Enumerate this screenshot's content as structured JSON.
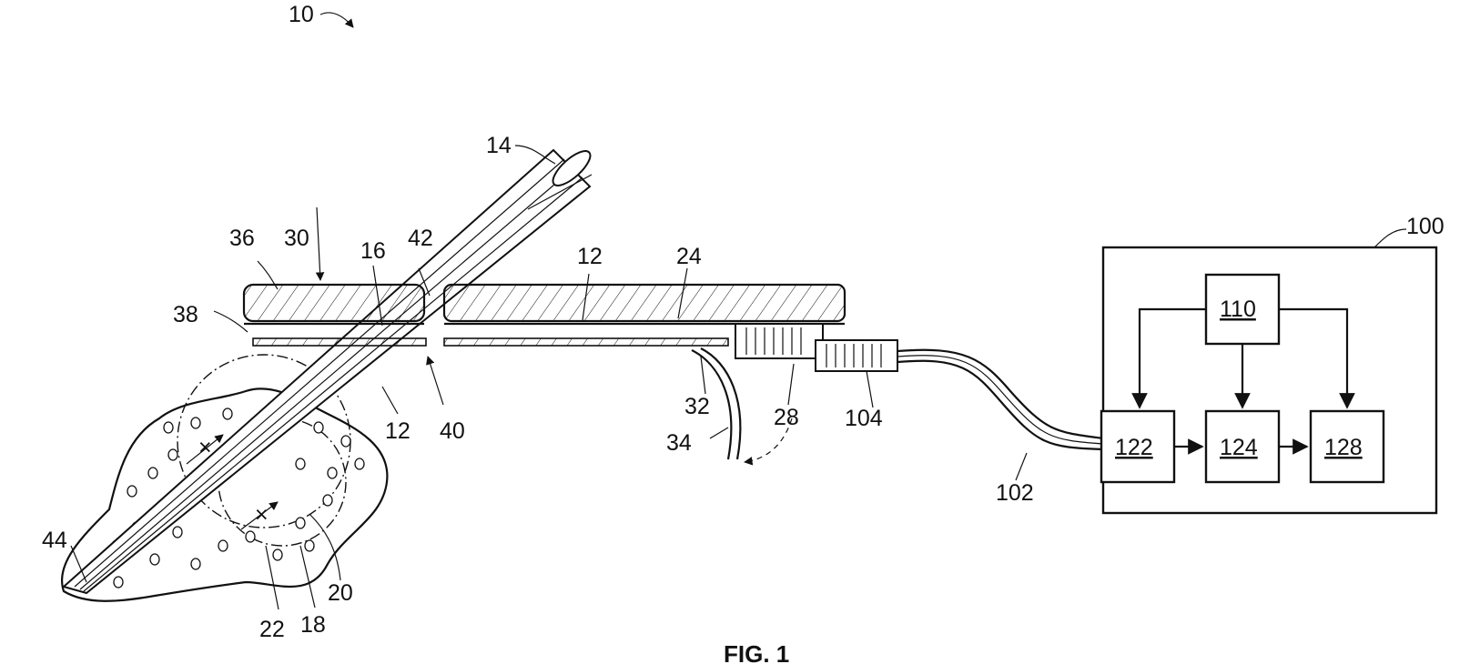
{
  "figure": {
    "caption": "FIG. 1",
    "refs": {
      "r10": "10",
      "r14": "14",
      "r30": "30",
      "r36": "36",
      "r16": "16",
      "r42": "42",
      "r12a": "12",
      "r24": "24",
      "r38": "38",
      "r40": "40",
      "r12b": "12",
      "r32": "32",
      "r28": "28",
      "r104": "104",
      "r34": "34",
      "r44": "44",
      "r22": "22",
      "r18": "18",
      "r20": "20",
      "r102": "102",
      "r100": "100"
    },
    "blocks": {
      "b110": "110",
      "b122": "122",
      "b124": "124",
      "b128": "128"
    }
  }
}
